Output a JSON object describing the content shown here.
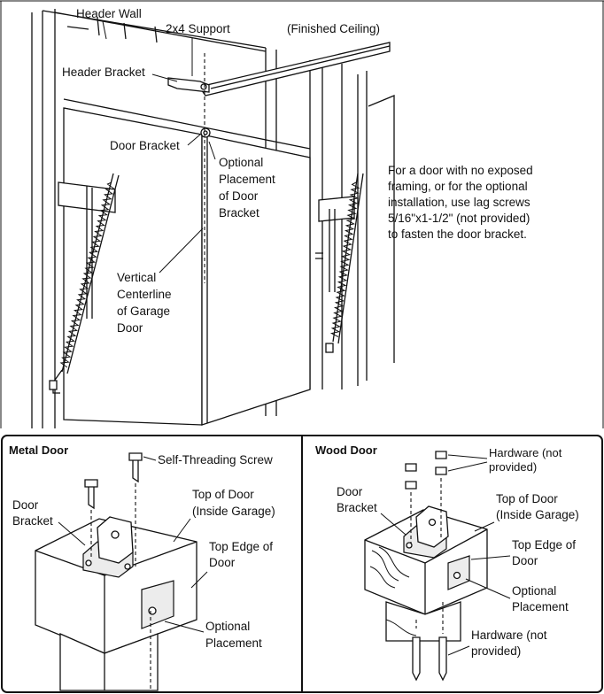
{
  "top_diagram": {
    "labels": {
      "header_wall": "Header Wall",
      "support_2x4": "2x4 Support",
      "finished_ceiling": "(Finished Ceiling)",
      "header_bracket": "Header Bracket",
      "door_bracket": "Door Bracket",
      "optional_placement": [
        "Optional",
        "Placement",
        "of Door",
        "Bracket"
      ],
      "vertical_centerline": [
        "Vertical",
        "Centerline",
        "of Garage",
        "Door"
      ]
    },
    "note": [
      "For a door with no exposed",
      "framing, or for the optional",
      "installation, use lag screws",
      "5/16\"x1-1/2\" (not provided)",
      "to fasten the door bracket."
    ]
  },
  "metal_door": {
    "title": "Metal Door",
    "labels": {
      "self_threading_screw": "Self-Threading Screw",
      "door_bracket": [
        "Door",
        "Bracket"
      ],
      "top_of_door": [
        "Top of Door",
        "(Inside Garage)"
      ],
      "top_edge": [
        "Top Edge of",
        "Door"
      ],
      "optional_placement": [
        "Optional",
        "Placement"
      ]
    }
  },
  "wood_door": {
    "title": "Wood Door",
    "labels": {
      "hardware_top": [
        "Hardware (not",
        "provided)"
      ],
      "door_bracket": [
        "Door",
        "Bracket"
      ],
      "top_of_door": [
        "Top of Door",
        "(Inside Garage)"
      ],
      "top_edge": [
        "Top Edge of",
        "Door"
      ],
      "optional_placement": [
        "Optional",
        "Placement"
      ],
      "hardware_bottom": [
        "Hardware (not",
        "provided)"
      ]
    }
  }
}
